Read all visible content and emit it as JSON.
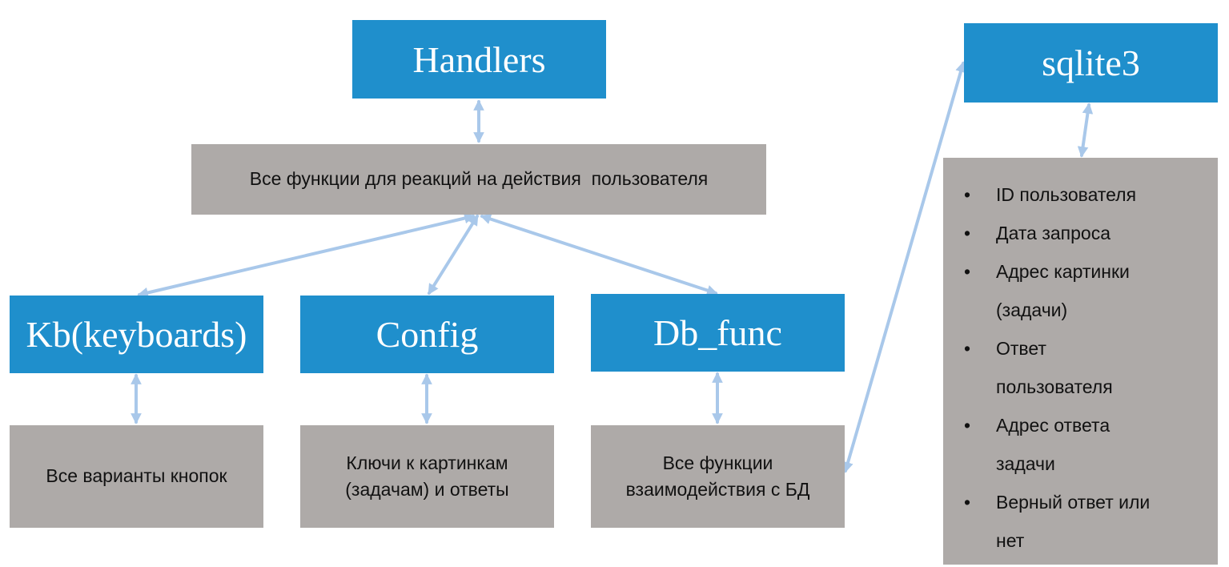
{
  "colors": {
    "box_blue": "#1f8fcc",
    "box_gray": "#aeaaa8",
    "arrow": "#a9c8ea"
  },
  "nodes": {
    "handlers": {
      "title": "Handlers",
      "description": "Все функции для реакций на действия  пользователя"
    },
    "kb": {
      "title": "Kb(keyboards)",
      "description": "Все варианты кнопок"
    },
    "config": {
      "title": "Config",
      "description_line1": "Ключи к картинкам",
      "description_line2": "(задачам) и ответы"
    },
    "db_func": {
      "title": "Db_func",
      "description_line1": "Все функции",
      "description_line2": "взаимодействия с БД"
    },
    "sqlite3": {
      "title": "sqlite3",
      "fields": [
        {
          "line1": "ID пользователя",
          "line2": ""
        },
        {
          "line1": "Дата запроса",
          "line2": ""
        },
        {
          "line1": "Адрес картинки",
          "line2": "(задачи)"
        },
        {
          "line1": "Ответ",
          "line2": "пользователя"
        },
        {
          "line1": "Адрес ответа",
          "line2": "задачи"
        },
        {
          "line1": "Верный ответ или",
          "line2": "нет"
        }
      ]
    }
  }
}
